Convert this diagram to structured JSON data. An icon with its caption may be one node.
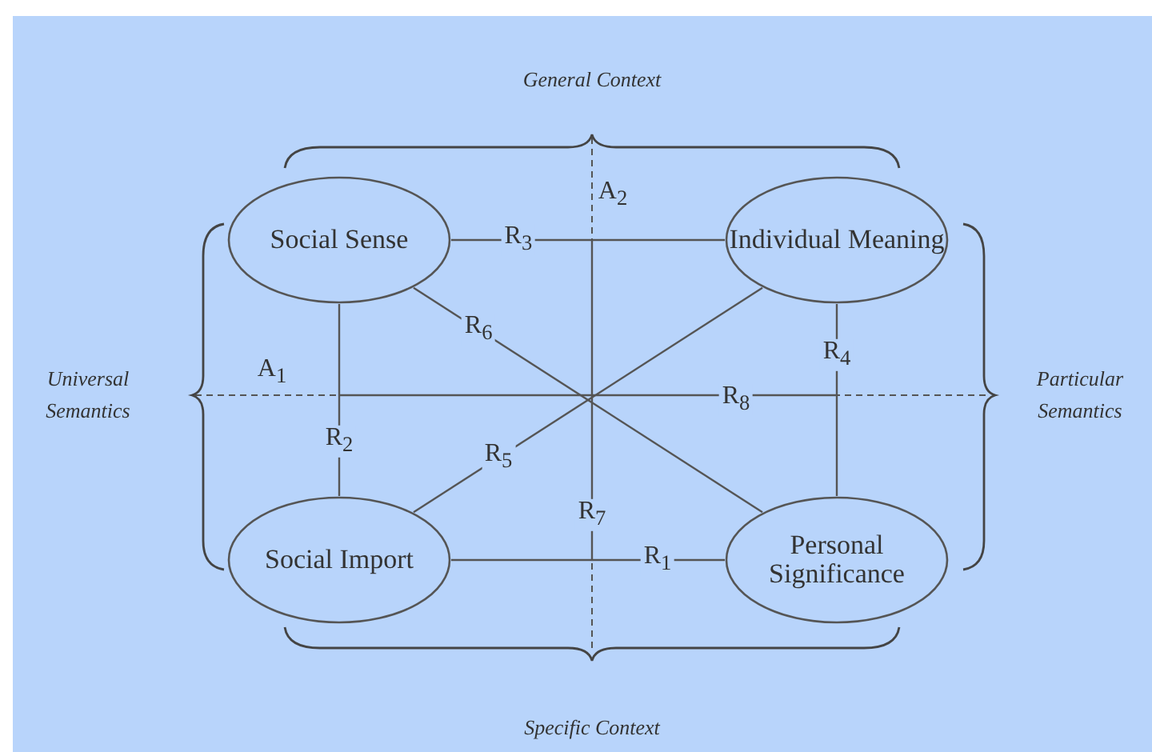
{
  "diagram": {
    "nodes": [
      {
        "text": [
          "Social Sense"
        ]
      },
      {
        "text": [
          "Individual Meaning"
        ]
      },
      {
        "text": [
          "Social Import"
        ]
      },
      {
        "text": [
          "Personal Significance"
        ]
      }
    ],
    "edges": [
      {
        "from": 0,
        "to": 1,
        "arrow": "none",
        "label": "R$_{3}$"
      },
      {
        "from": 2,
        "to": 3,
        "arrow": "none",
        "label": "R$_{1}$"
      },
      {
        "from": 0,
        "to": 2,
        "arrow": "none",
        "label": "R$_{2}$"
      },
      {
        "from": 1,
        "to": 3,
        "arrow": "none",
        "label": "R$_{4}$"
      },
      {
        "from": 0,
        "to": 3,
        "arrow": "none",
        "label": "R$_{6}$"
      },
      {
        "from": 2,
        "to": 1,
        "arrow": "none",
        "label": "R$_{5}$"
      }
    ],
    "labels": [
      "General Context",
      "A$_{2}$",
      "Universal Semantics",
      "A$_{1}$",
      "R$_{8}$",
      "Particular Semantics",
      "R$_{7}$",
      "Specific Context"
    ]
  }
}
